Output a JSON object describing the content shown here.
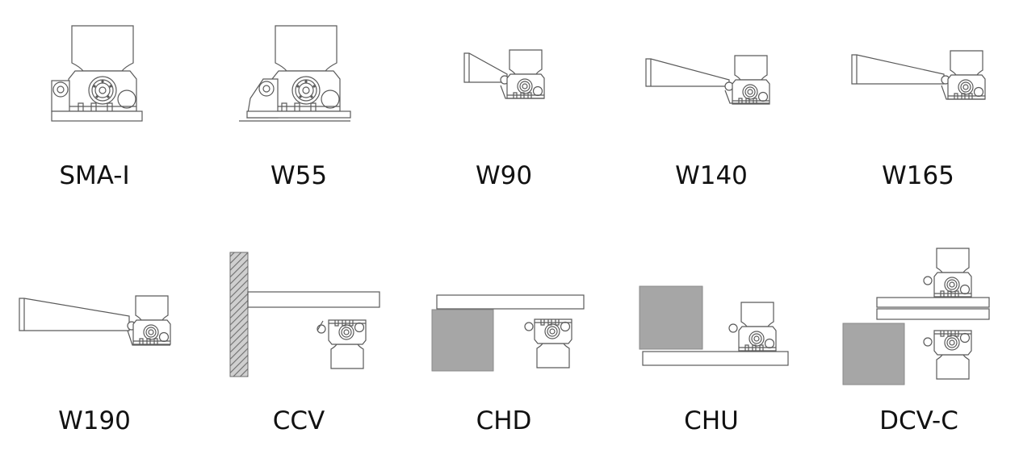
{
  "title": "",
  "mounts": [
    {
      "id": "sma-i",
      "label": "SMA-I"
    },
    {
      "id": "w55",
      "label": "W55"
    },
    {
      "id": "w90",
      "label": "W90"
    },
    {
      "id": "w140",
      "label": "W140"
    },
    {
      "id": "w165",
      "label": "W165"
    },
    {
      "id": "w190",
      "label": "W190"
    },
    {
      "id": "ccv",
      "label": "CCV"
    },
    {
      "id": "chd",
      "label": "CHD"
    },
    {
      "id": "chu",
      "label": "CHU"
    },
    {
      "id": "dcv-c",
      "label": "DCV-C"
    }
  ]
}
